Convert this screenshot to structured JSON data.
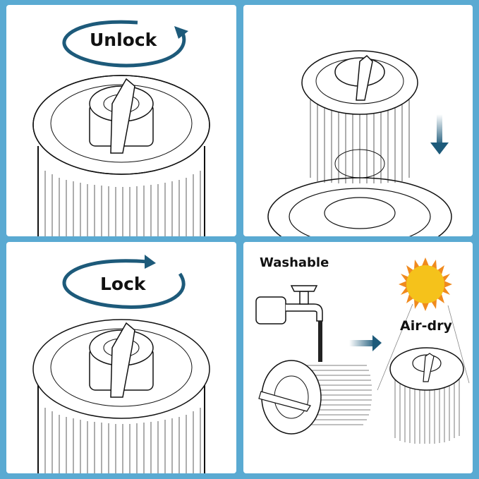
{
  "panels": [
    {
      "id": "unlock-step",
      "label": "Unlock",
      "rotation": "counter-clockwise"
    },
    {
      "id": "insert-step",
      "label": "",
      "arrow": "down"
    },
    {
      "id": "lock-step",
      "label": "Lock",
      "rotation": "clockwise"
    },
    {
      "id": "clean-step",
      "labels": {
        "washable": "Washable",
        "air_dry": "Air-dry"
      }
    }
  ],
  "colors": {
    "background": "#5aaad2",
    "panel": "#ffffff",
    "arrow": "#1d5a7a",
    "sun": "#f5c21b",
    "sun_rays": "#f08a1e"
  }
}
